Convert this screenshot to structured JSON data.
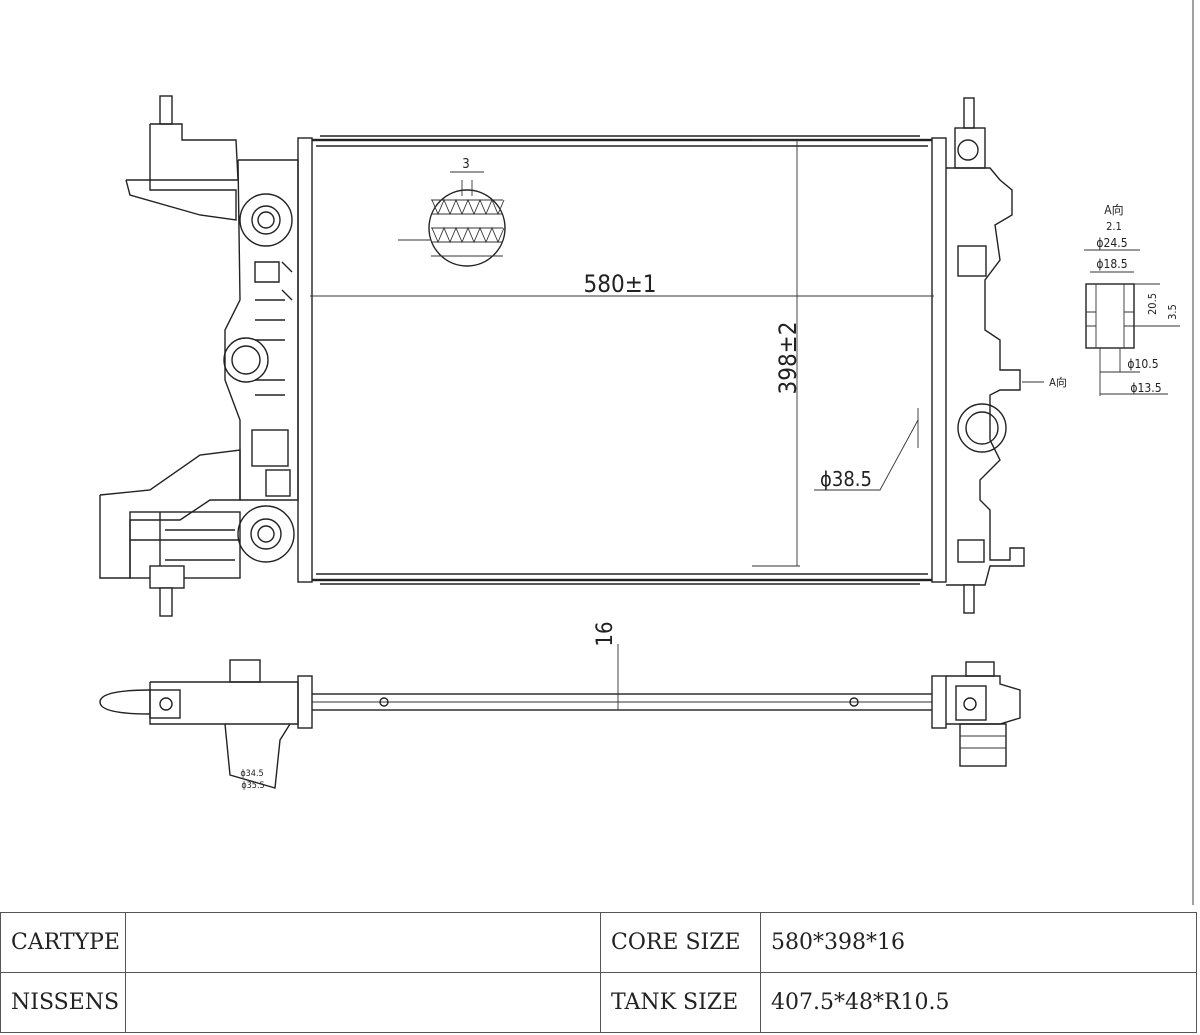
{
  "drawing": {
    "width_dim": "580±1",
    "height_dim": "398±2",
    "pipe_dia": "ϕ38.5",
    "core_thickness": "16",
    "fin_pitch": "3",
    "detail_title": "A向",
    "detail_dims": {
      "d1": "2.1",
      "d2": "ϕ24.5",
      "d3": "ϕ18.5",
      "d4": "20.5",
      "d5": "3.5",
      "d6": "ϕ10.5",
      "d7": "ϕ13.5"
    },
    "view_arrow": "A向",
    "bottom_small_1": "ϕ34.5",
    "bottom_small_2": "ϕ35.5"
  },
  "spec_table": {
    "rows": [
      {
        "label": "CARTYPE",
        "value": "",
        "key": "CORE SIZE",
        "spec": "580*398*16"
      },
      {
        "label": "NISSENS",
        "value": "",
        "key": "TANK SIZE",
        "spec": "407.5*48*R10.5"
      }
    ]
  }
}
